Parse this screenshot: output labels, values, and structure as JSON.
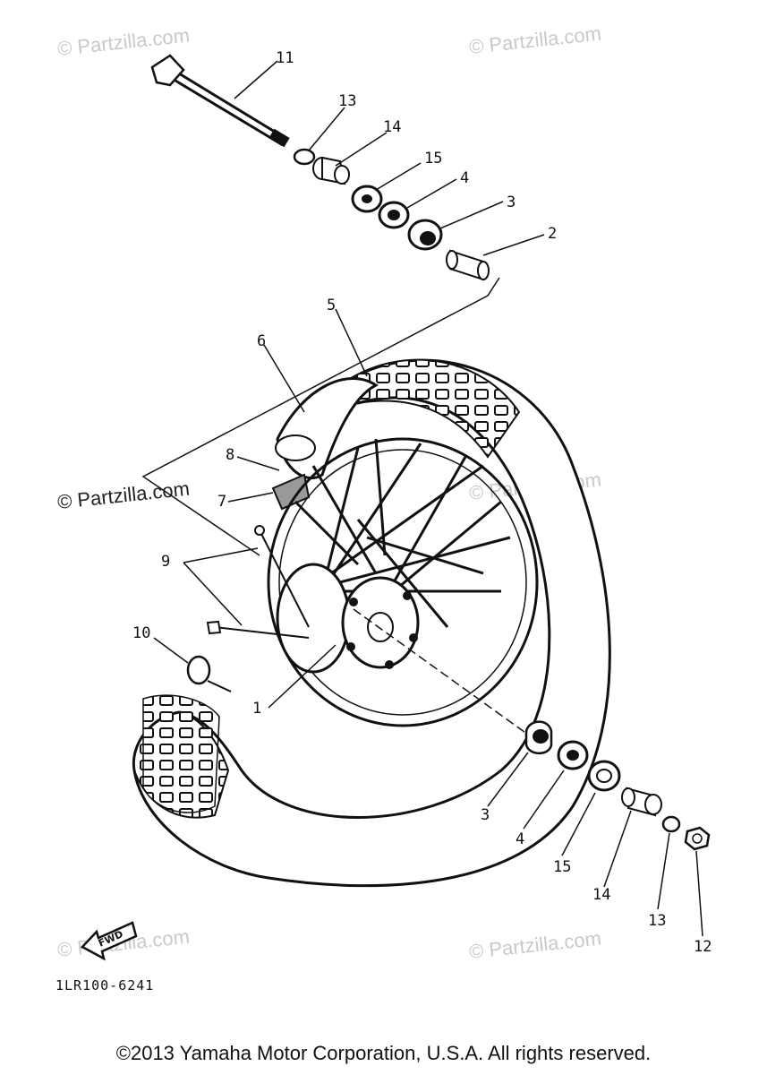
{
  "watermarks": [
    "© Partzilla.com",
    "© Partzilla.com",
    "© Partzilla.com",
    "© Partzilla.com",
    "© Partzilla.com",
    "© Partzilla.com"
  ],
  "callouts": {
    "axle": "11",
    "top_collar_nut": "13",
    "top_spacer": "14",
    "top_seal": "15",
    "top_bearing": "4",
    "top_bearing_outer": "3",
    "top_spacer_tube": "2",
    "tire": "5",
    "tube": "6",
    "rim_band": "8",
    "rim_lock": "7",
    "spokes": "9",
    "valve_cap": "10",
    "hub": "1",
    "bottom_bearing_outer": "3",
    "bottom_bearing": "4",
    "bottom_seal": "15",
    "bottom_spacer": "14",
    "bottom_collar": "13",
    "bottom_nut": "12"
  },
  "fwd_label": "FWD",
  "diagram_code": "1LR100-6241",
  "copyright": "©2013 Yamaha Motor Corporation, U.S.A. All rights reserved."
}
